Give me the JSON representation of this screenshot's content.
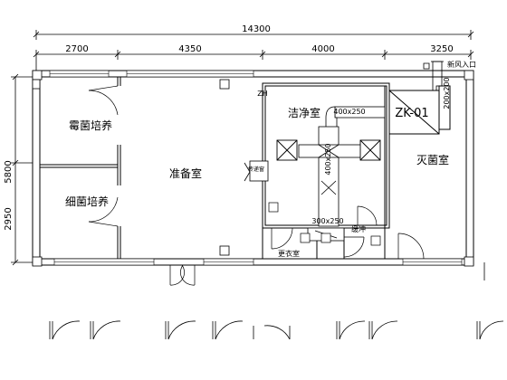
{
  "dimensions": {
    "total": "14300",
    "d1": "2700",
    "d2": "4350",
    "d3": "4000",
    "d4": "3250",
    "left_total": "5800",
    "left_lower": "2950"
  },
  "rooms": {
    "mold": "霉菌培养",
    "bacteria": "细菌培养",
    "prep": "准备室",
    "clean": "洁净室",
    "sterile": "灭菌室",
    "change": "更衣室",
    "buffer": "缓冲"
  },
  "ducts": {
    "d400x250": "400x250",
    "d400x250_v": "400x250",
    "d300x250": "300x250",
    "d200x200": "200x200"
  },
  "equipment": {
    "unit": "ZK-01",
    "fresh_air": "新风入口",
    "cabinet": "传递窗",
    "zh": "ZH"
  }
}
